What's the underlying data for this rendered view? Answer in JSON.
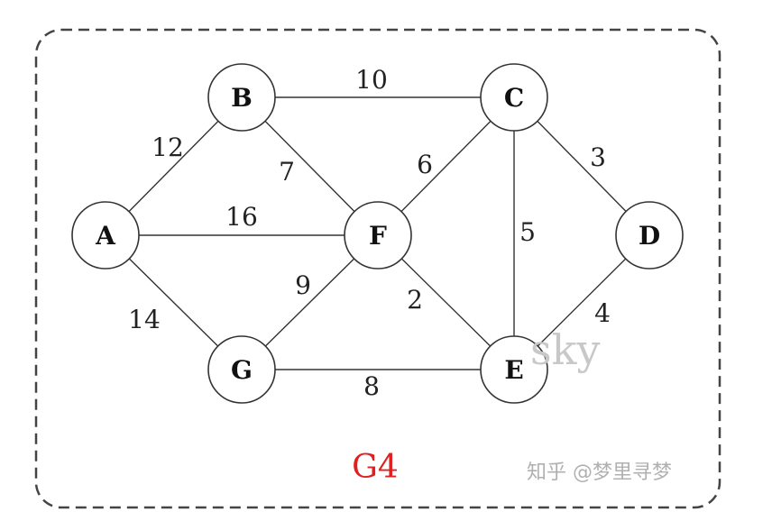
{
  "graph": {
    "nodes": [
      {
        "id": "A",
        "label": "A"
      },
      {
        "id": "B",
        "label": "B"
      },
      {
        "id": "C",
        "label": "C"
      },
      {
        "id": "D",
        "label": "D"
      },
      {
        "id": "E",
        "label": "E"
      },
      {
        "id": "F",
        "label": "F"
      },
      {
        "id": "G",
        "label": "G"
      }
    ],
    "edges": [
      {
        "from": "B",
        "to": "C",
        "weight": "10"
      },
      {
        "from": "A",
        "to": "B",
        "weight": "12"
      },
      {
        "from": "B",
        "to": "F",
        "weight": "7"
      },
      {
        "from": "F",
        "to": "C",
        "weight": "6"
      },
      {
        "from": "C",
        "to": "D",
        "weight": "3"
      },
      {
        "from": "A",
        "to": "F",
        "weight": "16"
      },
      {
        "from": "C",
        "to": "E",
        "weight": "5"
      },
      {
        "from": "G",
        "to": "F",
        "weight": "9"
      },
      {
        "from": "F",
        "to": "E",
        "weight": "2"
      },
      {
        "from": "D",
        "to": "E",
        "weight": "4"
      },
      {
        "from": "A",
        "to": "G",
        "weight": "14"
      },
      {
        "from": "G",
        "to": "E",
        "weight": "8"
      }
    ],
    "caption": "G4"
  },
  "watermark": {
    "overlay_text": "sky",
    "credit_text": "知乎 @梦里寻梦"
  },
  "colors": {
    "stroke": "#333333",
    "caption": "#e02020",
    "watermark": "#c8c8c8",
    "credit": "#b0b0b0"
  }
}
